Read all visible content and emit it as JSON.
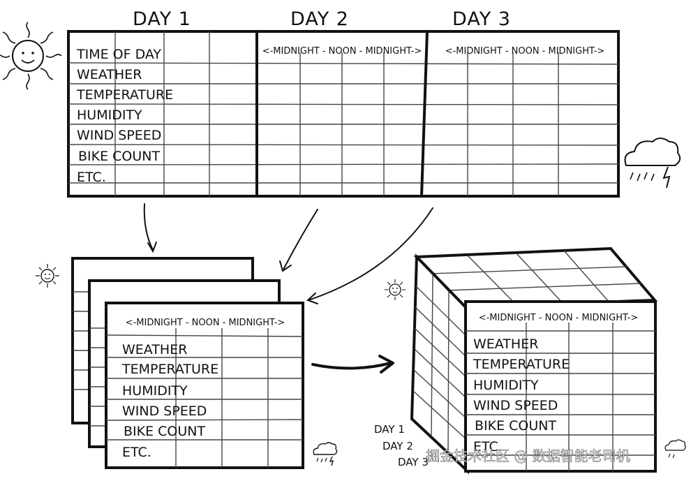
{
  "headers": [
    "DAY 1",
    "DAY 2",
    "DAY 3"
  ],
  "time_range": "<-MIDNIGHT - NOON - MIDNIGHT->",
  "row_labels": [
    "TIME OF DAY",
    "WEATHER",
    "TEMPERATURE",
    "HUMIDITY",
    "WIND SPEED",
    "BIKE COUNT",
    "ETC."
  ],
  "sheet_labels": [
    "WEATHER",
    "TEMPERATURE",
    "HUMIDITY",
    "WIND SPEED",
    "BIKE COUNT",
    "ETC."
  ],
  "cube_labels": [
    "WEATHER",
    "TEMPERATURE",
    "HUMIDITY",
    "WIND SPEED",
    "BIKE COUNT",
    "ETC."
  ],
  "stack_labels": [
    "DAY 1",
    "DAY 2",
    "DAY 3"
  ],
  "watermark": "掘金技术社区 @ 数据智能老司机",
  "icons": [
    "sun-icon",
    "storm-cloud-icon",
    "small-sun-icon",
    "small-storm-cloud-icon"
  ]
}
